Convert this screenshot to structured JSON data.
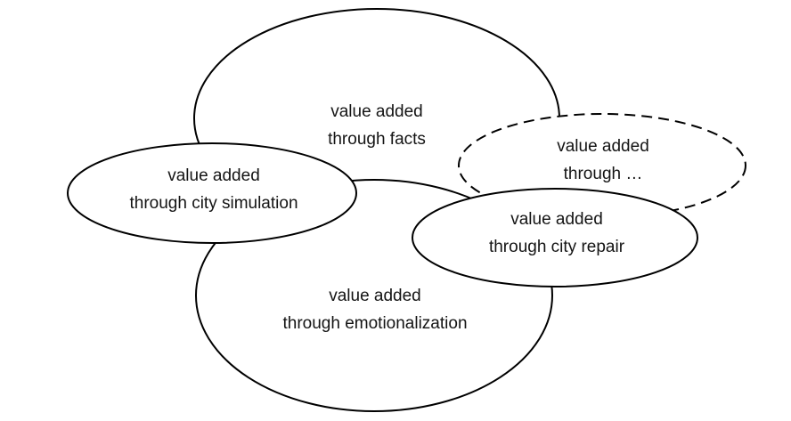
{
  "diagram": {
    "background_color": "#ffffff",
    "line_color": "#000000",
    "text_color": "#141414",
    "nodes": [
      {
        "id": "facts",
        "border": "solid",
        "line1": "value added",
        "line2": "through facts"
      },
      {
        "id": "city-simulation",
        "border": "solid",
        "line1": "value added",
        "line2": "through city simulation"
      },
      {
        "id": "unspecified",
        "border": "dashed",
        "line1": "value added",
        "line2": "through …"
      },
      {
        "id": "city-repair",
        "border": "solid",
        "line1": "value added",
        "line2": "through city repair"
      },
      {
        "id": "emotionalization",
        "border": "solid",
        "line1": "value added",
        "line2": "through emotionalization"
      }
    ]
  }
}
